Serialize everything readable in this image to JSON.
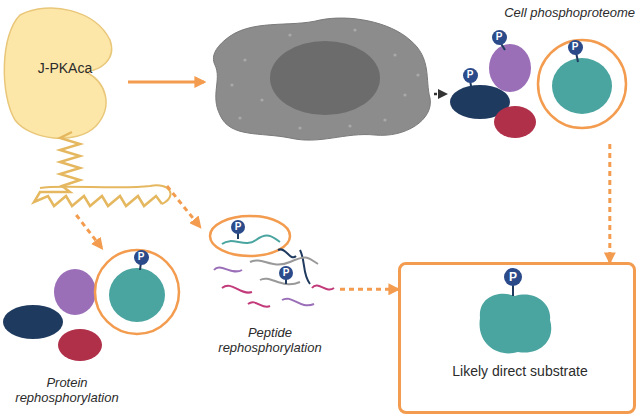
{
  "diagram": {
    "nodes": [
      {
        "text": [
          "J-PKAca"
        ]
      },
      {
        "text": [
          "Cell phosphoproteome"
        ]
      },
      {
        "text": [
          "Protein rephosphorylation"
        ]
      },
      {
        "text": [
          "Peptide rephosphorylation"
        ]
      },
      {
        "text": [
          "Likely direct substrate"
        ]
      }
    ],
    "edges": [
      {
        "from": 0,
        "to": 2,
        "arrow": "to"
      },
      {
        "from": 0,
        "to": 3,
        "arrow": "to"
      },
      {
        "from": 3,
        "to": 4,
        "arrow": "to"
      },
      {
        "from": 1,
        "to": 4,
        "arrow": "to"
      }
    ],
    "labels": [
      "P",
      "P",
      "P",
      "P",
      "P",
      "P",
      "P"
    ]
  }
}
